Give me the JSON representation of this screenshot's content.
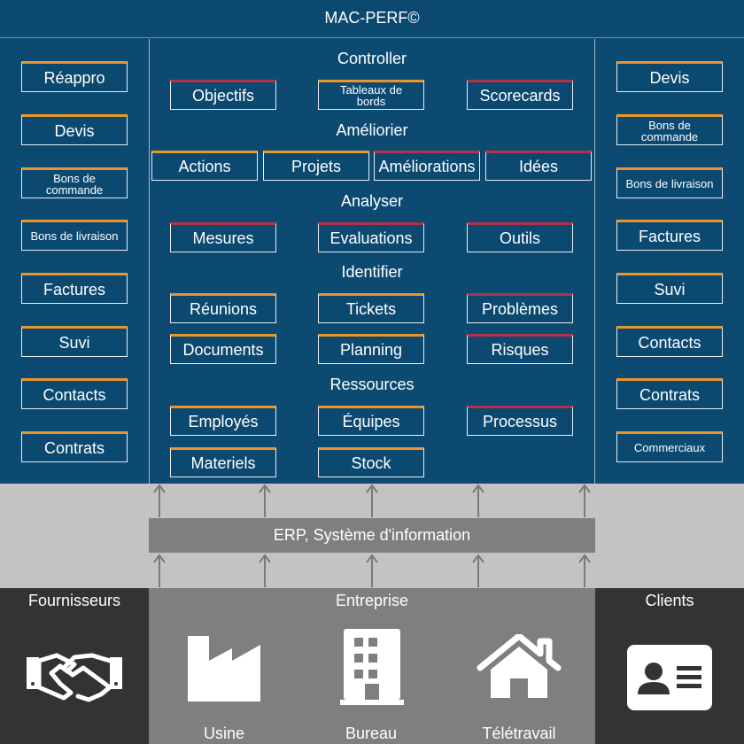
{
  "title": "MAC-PERF©",
  "left_column": [
    "Réappro",
    "Devis",
    "Bons de commande",
    "Bons de livraison",
    "Factures",
    "Suvi",
    "Contacts",
    "Contrats"
  ],
  "right_column": [
    "Devis",
    "Bons de commande",
    "Bons de livraison",
    "Factures",
    "Suvi",
    "Contacts",
    "Contrats",
    "Commerciaux"
  ],
  "sections": {
    "controller": {
      "title": "Controller",
      "items": [
        "Objectifs",
        "Tableaux de bords",
        "Scorecards"
      ]
    },
    "ameliorer": {
      "title": "Améliorier",
      "items": [
        "Actions",
        "Projets",
        "Améliorations",
        "Idées"
      ]
    },
    "analyser": {
      "title": "Analyser",
      "items": [
        "Mesures",
        "Evaluations",
        "Outils"
      ]
    },
    "identifier": {
      "title": "Identifier",
      "items": [
        "Réunions",
        "Tickets",
        "Problèmes",
        "Documents",
        "Planning",
        "Risques"
      ]
    },
    "ressources": {
      "title": "Ressources",
      "items": [
        "Employés",
        "Équipes",
        "Processus",
        "Materiels",
        "Stock"
      ]
    }
  },
  "erp": "ERP, Système d'information",
  "bottom": {
    "fournisseurs": "Fournisseurs",
    "entreprise": "Entreprise",
    "clients": "Clients",
    "usine": "Usine",
    "bureau": "Bureau",
    "teletravail": "Télétravail"
  },
  "icons": {
    "fournisseurs": "handshake-icon",
    "usine": "factory-icon",
    "bureau": "office-building-icon",
    "teletravail": "house-icon",
    "clients": "contact-card-icon"
  },
  "colors": {
    "navy": "#0b4971",
    "accent_orange": "#e8962a",
    "accent_red": "#b2304a",
    "erp_gray": "#7f7f7f",
    "band_gray": "#c3c3c3",
    "dark": "#333333"
  }
}
